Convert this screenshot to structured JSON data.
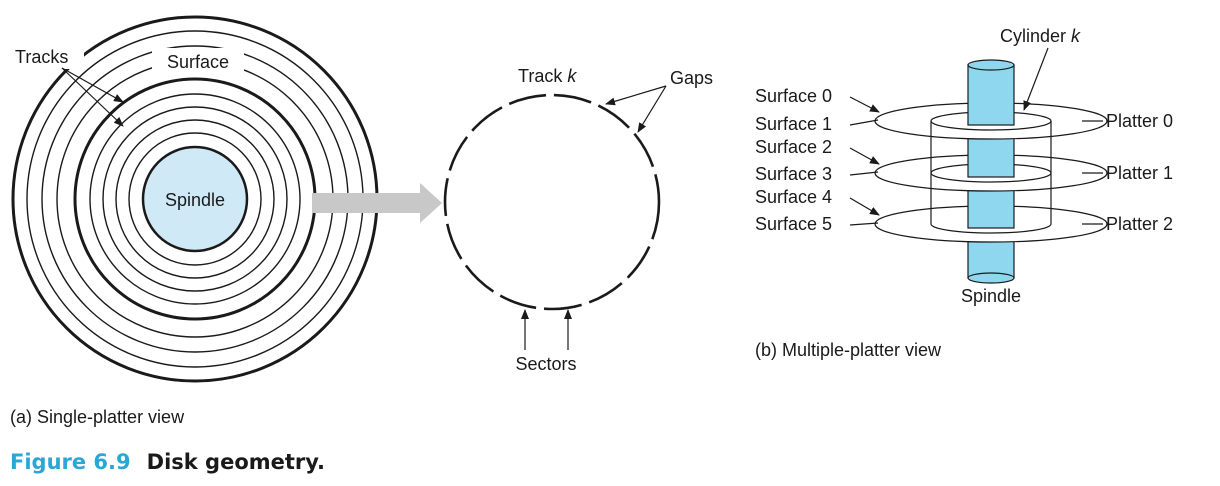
{
  "single_view": {
    "tracks_label": "Tracks",
    "surface_label": "Surface",
    "spindle_label": "Spindle",
    "caption": "(a) Single-platter view"
  },
  "track_view": {
    "track_label": "Track ",
    "track_var": "k",
    "gaps_label": "Gaps",
    "sectors_label": "Sectors"
  },
  "multi_view": {
    "cylinder_label": "Cylinder ",
    "cylinder_var": "k",
    "surfaces": [
      "Surface 0",
      "Surface 1",
      "Surface 2",
      "Surface 3",
      "Surface 4",
      "Surface 5"
    ],
    "platters": [
      "Platter 0",
      "Platter 1",
      "Platter 2"
    ],
    "spindle_label": "Spindle",
    "caption": "(b) Multiple-platter view"
  },
  "figure": {
    "number": "Figure 6.9",
    "title": "Disk geometry."
  },
  "colors": {
    "spindle_fill": "#cfe9f7",
    "cylinder_fill": "#8fd7ef",
    "arrow_fill": "#c8c8c8",
    "caption_accent": "#2aa7d6"
  }
}
